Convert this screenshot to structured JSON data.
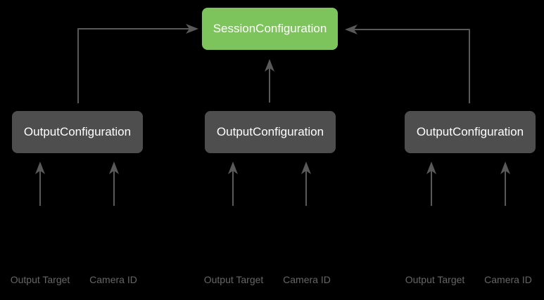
{
  "colors": {
    "background": "#000000",
    "session_node_fill": "#7EC45C",
    "output_node_fill": "#4E4E4E",
    "node_text": "#FFFFFF",
    "arrow": "#595959",
    "input_label_text": "#666666"
  },
  "diagram": {
    "session_node": {
      "label": "SessionConfiguration"
    },
    "output_nodes": [
      {
        "label": "OutputConfiguration",
        "inputs": [
          "Output Target",
          "Camera ID"
        ]
      },
      {
        "label": "OutputConfiguration",
        "inputs": [
          "Output Target",
          "Camera ID"
        ]
      },
      {
        "label": "OutputConfiguration",
        "inputs": [
          "Output Target",
          "Camera ID"
        ]
      }
    ]
  }
}
